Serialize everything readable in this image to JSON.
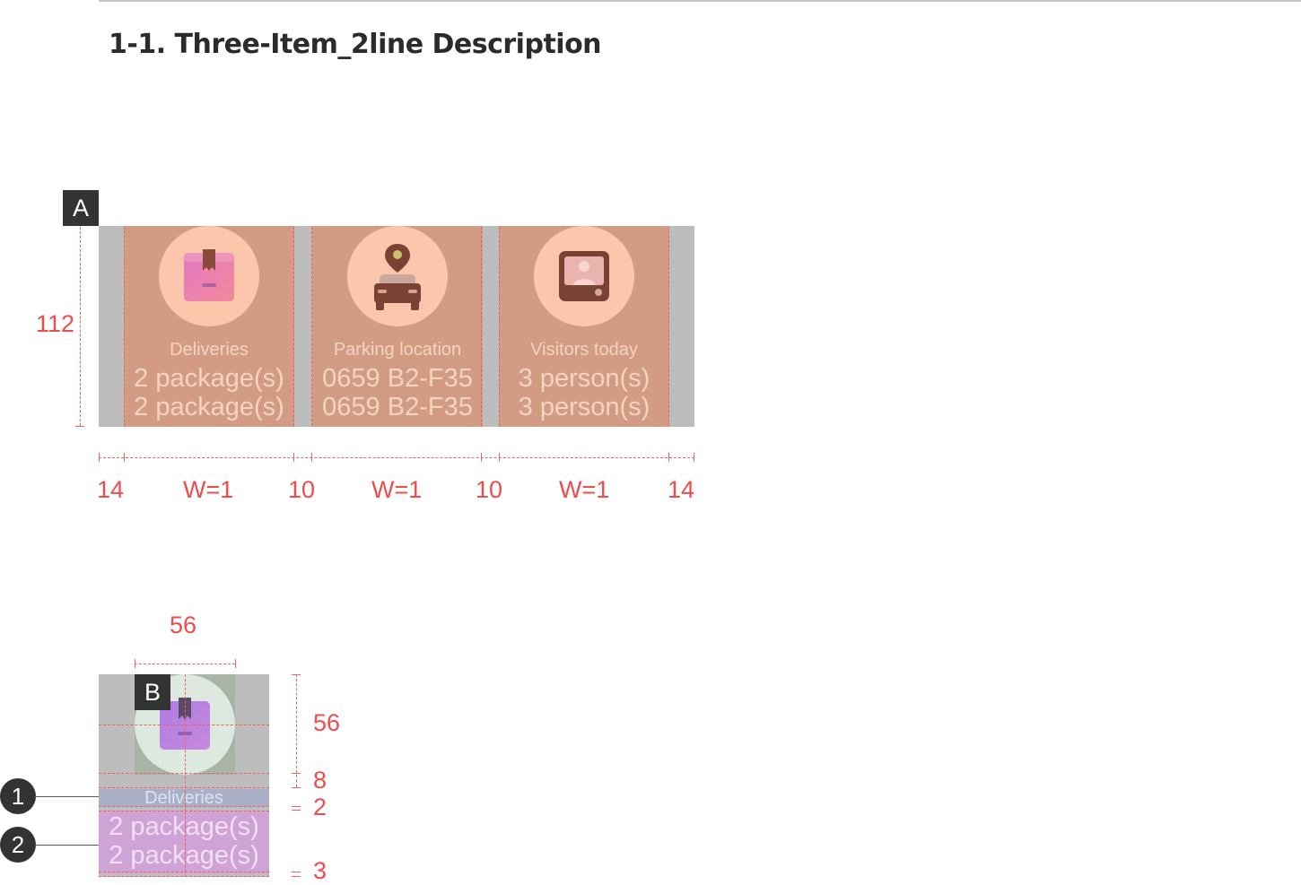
{
  "title": "1-1. Three-Item_2line Description",
  "section_a": {
    "badge": "A",
    "height_label": "112",
    "cards": [
      {
        "icon": "package-box-icon",
        "label": "Deliveries",
        "value_line1": "2 package(s)",
        "value_line2": "2 package(s)"
      },
      {
        "icon": "parked-car-pin-icon",
        "label": "Parking location",
        "value_line1": "0659 B2-F35",
        "value_line2": "0659 B2-F35"
      },
      {
        "icon": "visitor-intercom-icon",
        "label": "Visitors today",
        "value_line1": "3 person(s)",
        "value_line2": "3 person(s)"
      }
    ],
    "width_labels": [
      "14",
      "W=1",
      "10",
      "W=1",
      "10",
      "W=1",
      "14"
    ]
  },
  "section_b": {
    "badge": "B",
    "icon_width_label": "56",
    "icon": "package-box-icon",
    "label": "Deliveries",
    "value_line1": "2 package(s)",
    "value_line2": "2 package(s)",
    "spacing_labels": [
      "56",
      "8",
      "2",
      "3"
    ],
    "callouts": [
      "1",
      "2"
    ]
  },
  "colors": {
    "annotation": "#ef4c4c",
    "card_fill": "#d19c83",
    "icon_circle": "#fbc6ac",
    "strip": "#bdbdbd",
    "badge": "#333333",
    "label_highlight": "#a9afc6",
    "value_highlight": "#cfa3d6"
  }
}
